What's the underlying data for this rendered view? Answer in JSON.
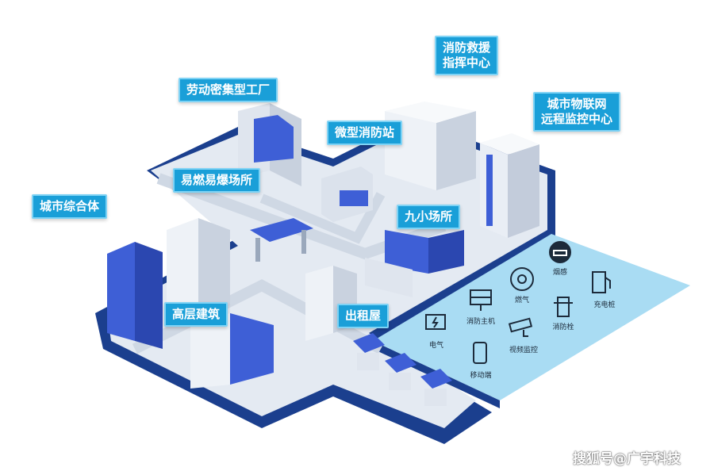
{
  "labels": {
    "factory": "劳动密集型工厂",
    "rescue_line1": "消防救援",
    "rescue_line2": "指挥中心",
    "iot_line1": "城市物联网",
    "iot_line2": "远程监控中心",
    "mini_station": "微型消防站",
    "flammable": "易燃易爆场所",
    "complex": "城市综合体",
    "nine_small": "九小场所",
    "highrise": "高层建筑",
    "rental": "出租屋"
  },
  "devices": [
    {
      "icon": "smoke-detector-icon",
      "label": "烟感"
    },
    {
      "icon": "gas-detector-icon",
      "label": "燃气"
    },
    {
      "icon": "fire-host-icon",
      "label": "消防主机"
    },
    {
      "icon": "charging-pile-icon",
      "label": "充电桩"
    },
    {
      "icon": "electrical-icon",
      "label": "电气"
    },
    {
      "icon": "hydrant-icon",
      "label": "消防栓"
    },
    {
      "icon": "camera-icon",
      "label": "视频监控"
    },
    {
      "icon": "mobile-icon",
      "label": "移动端"
    }
  ],
  "watermark": "搜狐号@广宇科技",
  "colors": {
    "navy": "#1b3f8e",
    "label_blue": "#1a9fd8",
    "light_blue": "#a9dcf3",
    "ground": "#e4eaf2"
  }
}
